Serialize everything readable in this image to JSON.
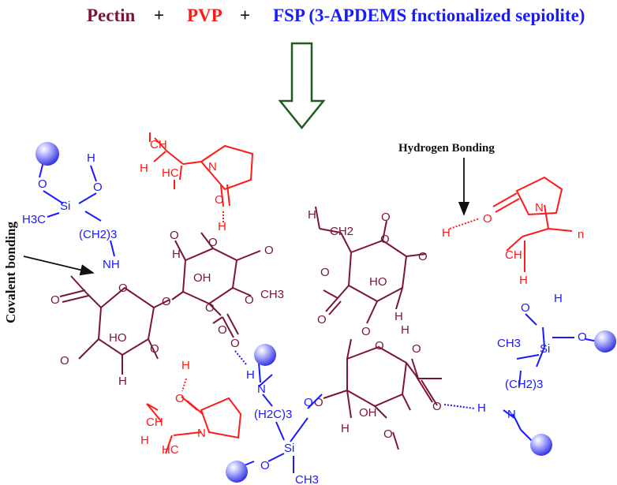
{
  "title": {
    "pectin": "Pectin",
    "plus1": "+",
    "pvp": "PVP",
    "plus2": "+",
    "fsp": "FSP (3-APDEMS fnctionalized sepiolite)"
  },
  "annotations": {
    "covalent": "Covalent bonding",
    "hydrogen": "Hydrogen Bonding"
  },
  "atoms": {
    "O": "O",
    "H": "H",
    "OH": "OH",
    "HO": "HO",
    "NH": "NH",
    "N": "N",
    "Si": "Si",
    "HC": "HC",
    "CH": "CH",
    "H3C": "H3C",
    "CH3": "CH3",
    "CH2": "CH2",
    "CH2_3": "(CH2)3",
    "H2C_3": "(H2C)3",
    "n": "n"
  },
  "colors": {
    "pectin": "#7b1535",
    "pvp": "#ff1a1a",
    "fsp": "#1a1aff",
    "black": "#111111",
    "arrow_stroke": "#1f5c1f"
  }
}
